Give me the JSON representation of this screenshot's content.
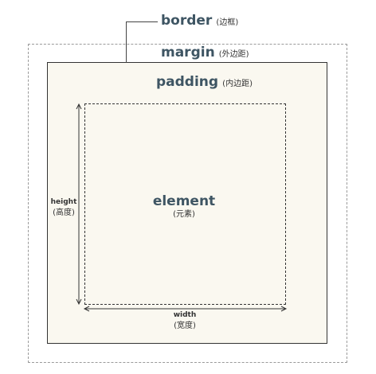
{
  "labels": {
    "border": {
      "term": "border",
      "note": "(边框)"
    },
    "margin": {
      "term": "margin",
      "note": "(外边距)"
    },
    "padding": {
      "term": "padding",
      "note": "(内边距)"
    },
    "element": {
      "term": "element",
      "note": "(元素)"
    },
    "height": {
      "term": "height",
      "note": "(高度)"
    },
    "width": {
      "term": "width",
      "note": "(宽度)"
    }
  },
  "colors": {
    "heading": "#3e5563",
    "line": "#333333",
    "fill": "#faf8f0",
    "dashed_margin": "#9a9a9a"
  }
}
